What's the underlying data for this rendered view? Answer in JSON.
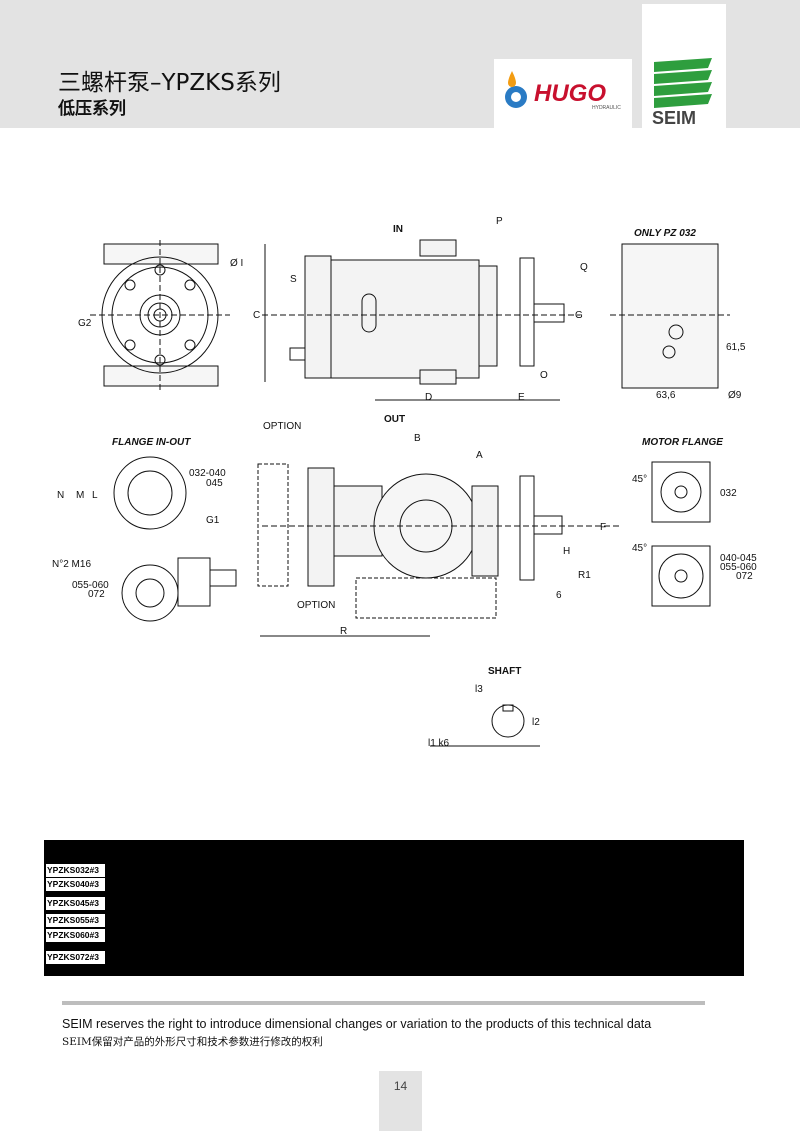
{
  "header": {
    "title": "三螺杆泵–YPZKS系列",
    "subtitle": "低压系列",
    "logo_hugo_text": "HUGO",
    "logo_hugo_sub": "HYDRAULIC",
    "logo_seim_text": "SEIM"
  },
  "drawing": {
    "labels": {
      "in": "IN",
      "out": "OUT",
      "only_pz": "ONLY PZ 032",
      "flange_in_out": "FLANGE IN-OUT",
      "motor_flange": "MOTOR FLANGE",
      "option_top": "OPTION",
      "option_bottom": "OPTION",
      "shaft": "SHAFT",
      "g1": "G1",
      "g2": "G2",
      "n2_m16": "N°2 M16",
      "dia_i": "Ø I",
      "p": "P",
      "q": "Q",
      "g": "G",
      "s": "S",
      "c": "C",
      "d": "D",
      "e": "E",
      "o": "O",
      "b": "B",
      "a": "A",
      "f": "F",
      "h": "H",
      "r1": "R1",
      "r": "R",
      "six": "6",
      "n": "N",
      "m": "M",
      "l": "L",
      "dim_61_5": "61,5",
      "dim_63_6": "63,6",
      "dim_o9": "Ø9",
      "deg45_a": "45°",
      "deg45_b": "45°",
      "size_032_040": "032-040",
      "size_045": "045",
      "size_055_060": "055-060",
      "size_072": "072",
      "mf_032": "032",
      "mf_040_045": "040-045",
      "mf_055_060": "055-060",
      "mf_072": "072",
      "l3": "l3",
      "l2": "l2",
      "l1k6": "l1 k6"
    }
  },
  "table": {
    "rows": [
      "YPZKS032#3",
      "YPZKS040#3",
      "YPZKS045#3",
      "YPZKS055#3",
      "YPZKS060#3",
      "YPZKS072#3"
    ]
  },
  "footer": {
    "note_en": "SEIM reserves the right to introduce dimensional changes or variation to the products of this technical data",
    "note_cn": "SEIM保留对产品的外形尺寸和技术参数进行修改的权利",
    "page_number": "14"
  },
  "colors": {
    "header_gray": "#e3e3e3",
    "hugo_red": "#c8102e",
    "seim_green": "#2e9e3e",
    "table_black": "#000000"
  }
}
